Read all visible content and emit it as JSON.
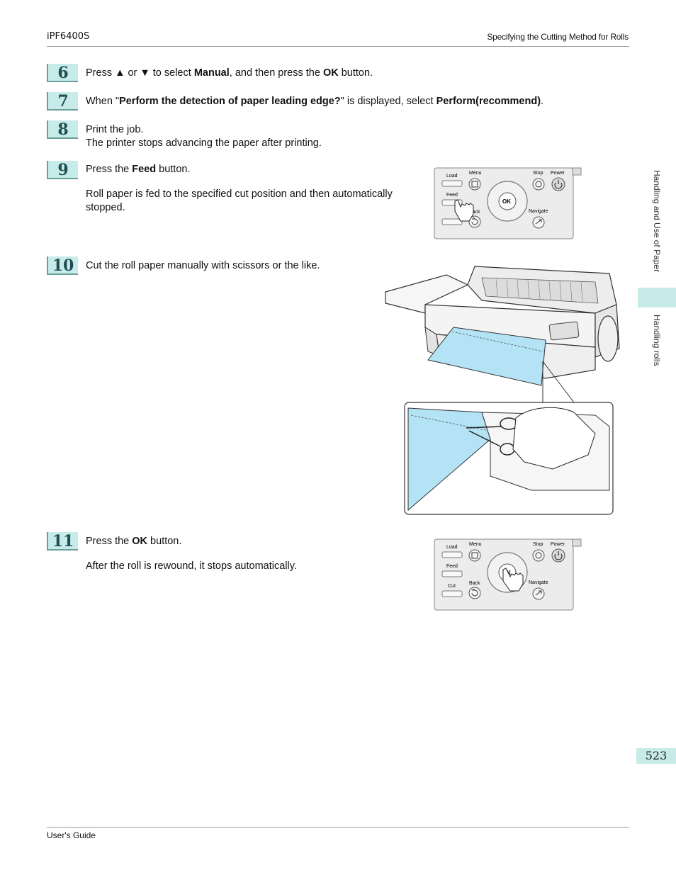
{
  "header": {
    "model": "iPF6400S",
    "section": "Specifying the Cutting Method for Rolls"
  },
  "footer": {
    "guide": "User's Guide"
  },
  "side": {
    "chapter": "Handling and Use of Paper",
    "subsection": "Handling rolls"
  },
  "page_number": "523",
  "steps": [
    {
      "num": "6",
      "t1": "Press ▲ or ▼ to select ",
      "b1": "Manual",
      "t2": ", and then press the ",
      "b2": "OK",
      "t3": " button."
    },
    {
      "num": "7",
      "t1": "When \"",
      "b1": "Perform the detection of paper leading edge?",
      "t2": "\" is displayed, select ",
      "b2": "Perform(recommend)",
      "t3": "."
    },
    {
      "num": "8",
      "line1": "Print the job.",
      "line2": "The printer stops advancing the paper after printing."
    },
    {
      "num": "9",
      "t1": "Press the ",
      "b1": "Feed",
      "t2": " button.",
      "p2": "Roll paper is fed to the specified cut position and then automatically stopped."
    },
    {
      "num": "10",
      "text": "Cut the roll paper manually with scissors or the like."
    },
    {
      "num": "11",
      "t1": "Press the ",
      "b1": "OK",
      "t2": " button.",
      "p2": "After the roll is rewound, it stops automatically."
    }
  ],
  "panel": {
    "load": "Load",
    "feed": "Feed",
    "cut": "Cut",
    "menu": "Menu",
    "back": "Back",
    "stop": "Stop",
    "power": "Power",
    "navigate": "Navigate",
    "ok": "OK"
  },
  "colors": {
    "accent_tab": "#c6ebe9",
    "step_number": "#1d4f55",
    "paper_blue": "#b3e3f5"
  }
}
